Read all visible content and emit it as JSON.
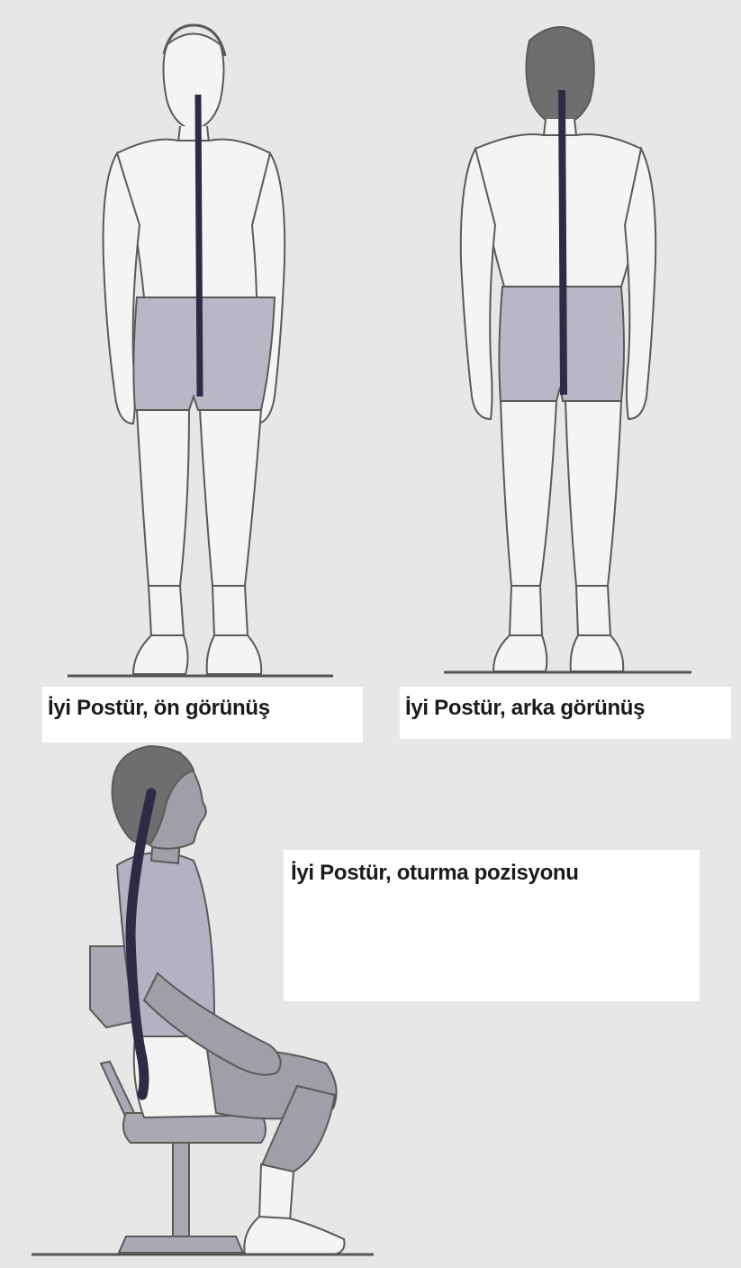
{
  "captions": {
    "front": "İyi Postür, ön görünüş",
    "back": "İyi Postür, arka görünüş",
    "sitting": "İyi Postür, oturma  pozisyonu"
  },
  "colors": {
    "background": "#e7e7e7",
    "body_fill": "#f4f4f4",
    "outline": "#5a5a5a",
    "shorts": "#b9b6c6",
    "spine_line": "#2e2b45",
    "hair": "#6e6e6e",
    "skin_shaded": "#a09ea6",
    "shirt": "#b4b1c3",
    "chair": "#a9a9b3",
    "floor": "#555555"
  }
}
